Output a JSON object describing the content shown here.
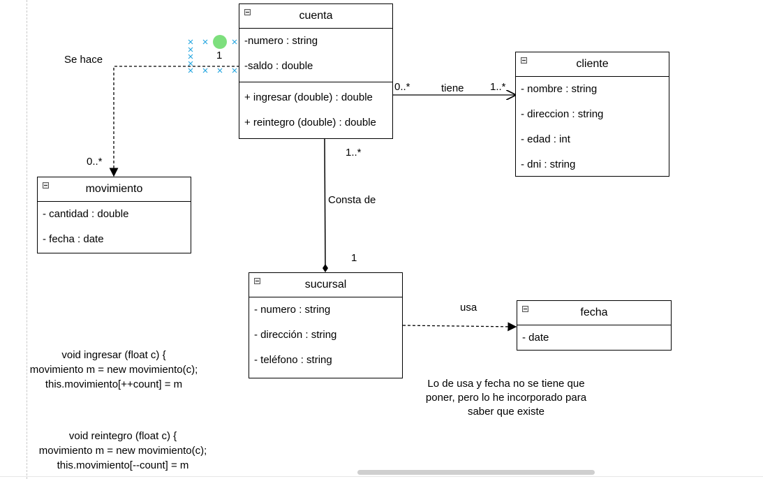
{
  "classes": {
    "cuenta": {
      "name": "cuenta",
      "attributes": [
        "-numero : string",
        "-saldo : double"
      ],
      "methods": [
        "+ ingresar (double) : double",
        "+ reintegro (double) : double"
      ]
    },
    "cliente": {
      "name": "cliente",
      "attributes": [
        "- nombre : string",
        "- direccion : string",
        "- edad : int",
        "- dni : string"
      ]
    },
    "movimiento": {
      "name": "movimiento",
      "attributes": [
        "- cantidad  : double",
        "- fecha : date"
      ]
    },
    "sucursal": {
      "name": "sucursal",
      "attributes": [
        "- numero : string",
        "- dirección : string",
        "- teléfono : string"
      ]
    },
    "fecha": {
      "name": "fecha",
      "attributes": [
        "- date"
      ]
    }
  },
  "relations": {
    "tiene": {
      "label": "tiene",
      "source_mult": "0..*",
      "target_mult": "1..*"
    },
    "consta": {
      "label": "Consta de",
      "source_mult": "1..*",
      "target_mult": "1"
    },
    "se_hace": {
      "label": "Se hace",
      "source_mult": "1",
      "target_mult": "0..*"
    },
    "usa": {
      "label": "usa"
    }
  },
  "notes": {
    "ingresar": [
      "void ingresar (float c) {",
      "movimiento m = new movimiento(c);",
      "this.movimiento[++count] = m"
    ],
    "reintegro": [
      "void reintegro (float c) {",
      "movimiento m = new movimiento(c);",
      "this.movimiento[--count] = m"
    ],
    "usa_fecha": [
      "Lo de usa y fecha no se tiene que",
      "poner, pero lo he incorporado para",
      "saber que existe"
    ]
  },
  "colors": {
    "selection_handle": "#6fdc6f",
    "connection_marker": "#29a8e0"
  }
}
